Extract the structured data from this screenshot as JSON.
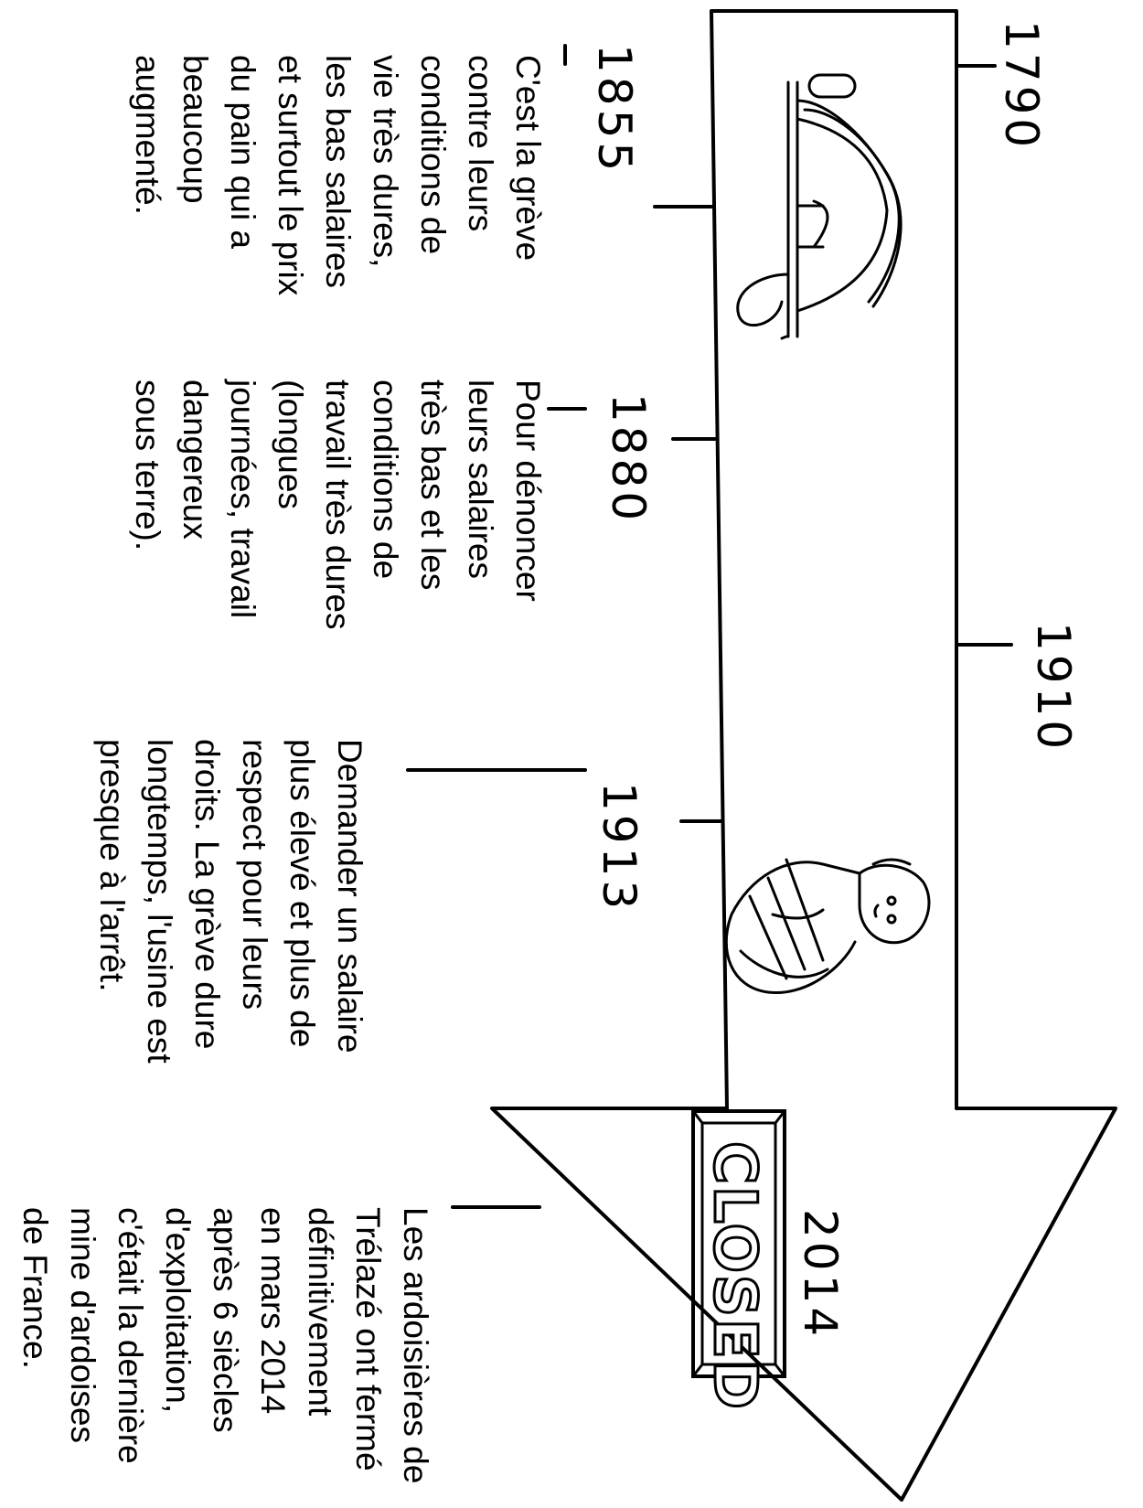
{
  "timeline": {
    "years": {
      "y1790": "1790",
      "y1855": "1855",
      "y1880": "1880",
      "y1910": "1910",
      "y1913": "1913",
      "y2014": "2014"
    },
    "notes": {
      "n1855": [
        "C'est la grève",
        "contre leurs",
        "conditions de",
        "vie très dures,",
        "les bas salaires",
        "et surtout le prix",
        "du pain qui a",
        "beaucoup",
        "augmenté."
      ],
      "n1880": [
        "Pour dénoncer",
        "leurs salaires",
        "très bas et les",
        "conditions de",
        "travail très dures",
        "(longues",
        "journées, travail",
        "dangereux",
        "sous terre)."
      ],
      "n1913": [
        "Demander un salaire",
        "plus élevé et plus de",
        "respect pour leurs",
        "droits. La grève dure",
        "longtemps, l'usine est",
        "presque à l'arrêt."
      ],
      "n2014": [
        "Les ardoisières de",
        "Trélazé ont fermé",
        "définitivement",
        "en mars 2014",
        "après 6 siècles",
        "d'exploitation,",
        "c'était la dernière",
        "mine d'ardoises",
        "de France."
      ]
    },
    "stamp_text": "CLOSED"
  },
  "icons": {
    "balance": "balance-scale-icon",
    "person": "crossed-arms-person-icon",
    "closed_sign": "closed-sign-icon"
  }
}
